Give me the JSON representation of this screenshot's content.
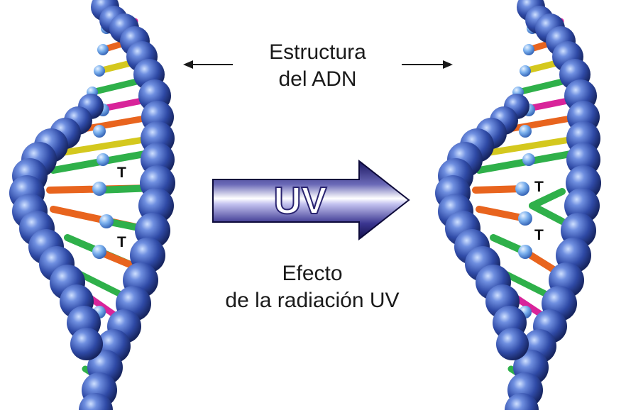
{
  "caption_top": {
    "line1": "Estructura",
    "line2": "del ADN"
  },
  "caption_bottom": {
    "line1": "Efecto",
    "line2": "de la radiación UV"
  },
  "uv_label": "UV",
  "left_helix": {
    "base_labels": [
      "T",
      "T"
    ]
  },
  "right_helix": {
    "base_labels": [
      "T",
      "T"
    ]
  },
  "colors": {
    "backbone": "#3a5bb5",
    "connector": "#6fa3e0",
    "rung_orange": "#e8641e",
    "rung_green": "#2fb04a",
    "rung_yellow": "#d4c81e",
    "rung_magenta": "#d8249a",
    "uv_arrow": "#4a3f8c"
  },
  "icons": [
    "left-arrow-icon",
    "right-arrow-icon",
    "uv-arrow-icon"
  ]
}
